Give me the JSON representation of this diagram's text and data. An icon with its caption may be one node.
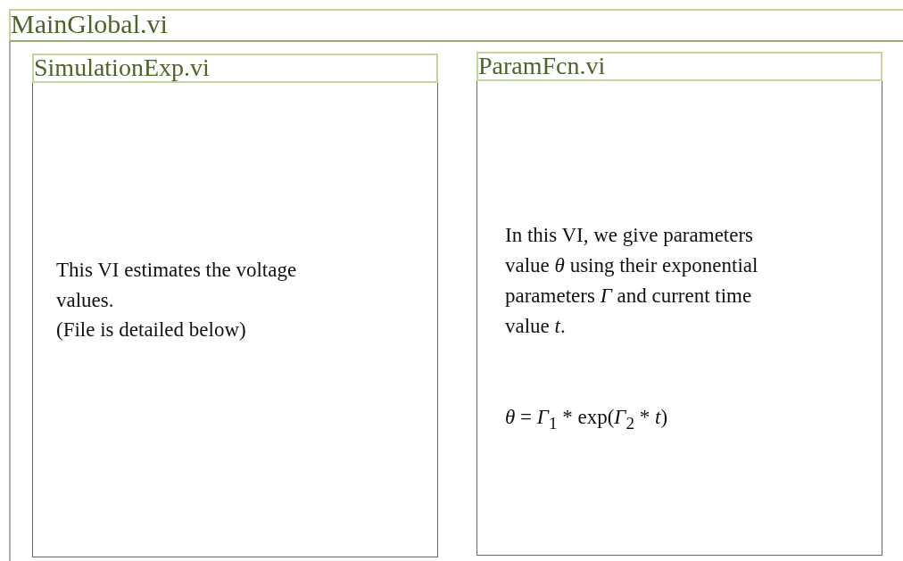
{
  "diagram": {
    "nodes": [
      {
        "text": [
          "MainGlobal.vi"
        ]
      },
      {
        "text": [
          "SimulationExp.vi",
          "This VI estimates the voltage values.",
          "(File is detailed below)"
        ],
        "in": 0
      },
      {
        "text": [
          "ParamFcn.vi",
          "In this VI, we give parameters value *θ* using their exponential parameters *Γ* and current time value *t*.",
          "*θ* = *Γ*$_{1}$ * exp(*Γ*$_{2}$ * *t*)"
        ],
        "in": 0
      }
    ],
    "edges": []
  }
}
